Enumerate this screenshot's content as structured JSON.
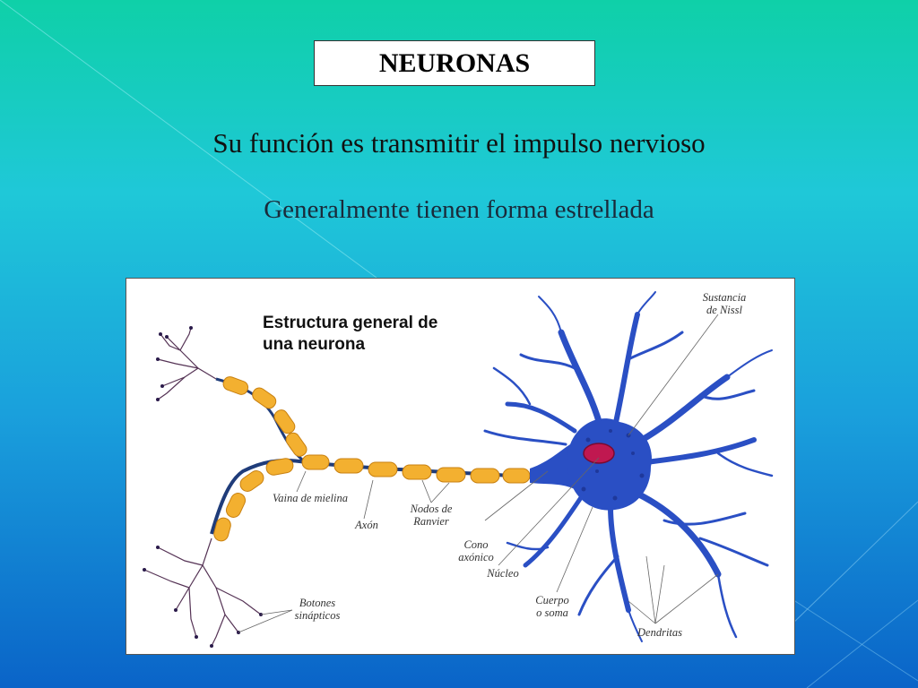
{
  "slide": {
    "title": "NEURONAS",
    "line1": "Su función es transmitir el impulso nervioso",
    "line2": "Generalmente tienen forma estrellada"
  },
  "figure": {
    "title": "Estructura general de\nuna neurona",
    "labels": {
      "nissl": "Sustancia\nde Nissl",
      "myelin": "Vaina de mielina",
      "axon": "Axón",
      "ranvier": "Nodos de\nRanvier",
      "cone": "Cono\naxónico",
      "nucleus": "Núcleo",
      "soma": "Cuerpo\no soma",
      "buttons": "Botones\nsinápticos",
      "dendrites": "Dendritas"
    },
    "colors": {
      "soma": "#2a4fc4",
      "myelin": "#f0a818",
      "axon": "#1f3c7a",
      "nucleus": "#c01850"
    }
  }
}
